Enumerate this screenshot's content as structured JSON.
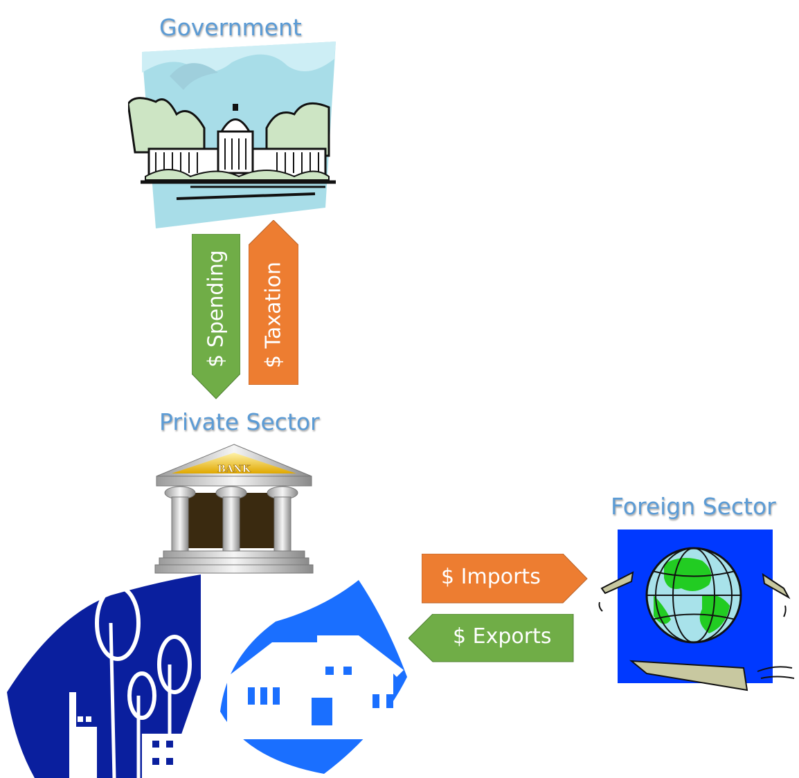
{
  "sectors": {
    "government": {
      "title": "Government"
    },
    "private": {
      "title": "Private Sector",
      "bank_sign": "BANK"
    },
    "foreign": {
      "title": "Foreign Sector"
    }
  },
  "flows": {
    "spending": {
      "label": "$ Spending",
      "color": "#70ad47",
      "direction": "down"
    },
    "taxation": {
      "label": "$ Taxation",
      "color": "#ed7d31",
      "direction": "up"
    },
    "imports": {
      "label": "$ Imports",
      "color": "#ed7d31",
      "direction": "right"
    },
    "exports": {
      "label": "$ Exports",
      "color": "#70ad47",
      "direction": "left"
    }
  },
  "icons": {
    "government": "capitol-building-icon",
    "bank": "bank-building-icon",
    "industry": "wind-turbine-factory-icon",
    "households": "house-icon",
    "foreign": "globe-money-icon"
  }
}
